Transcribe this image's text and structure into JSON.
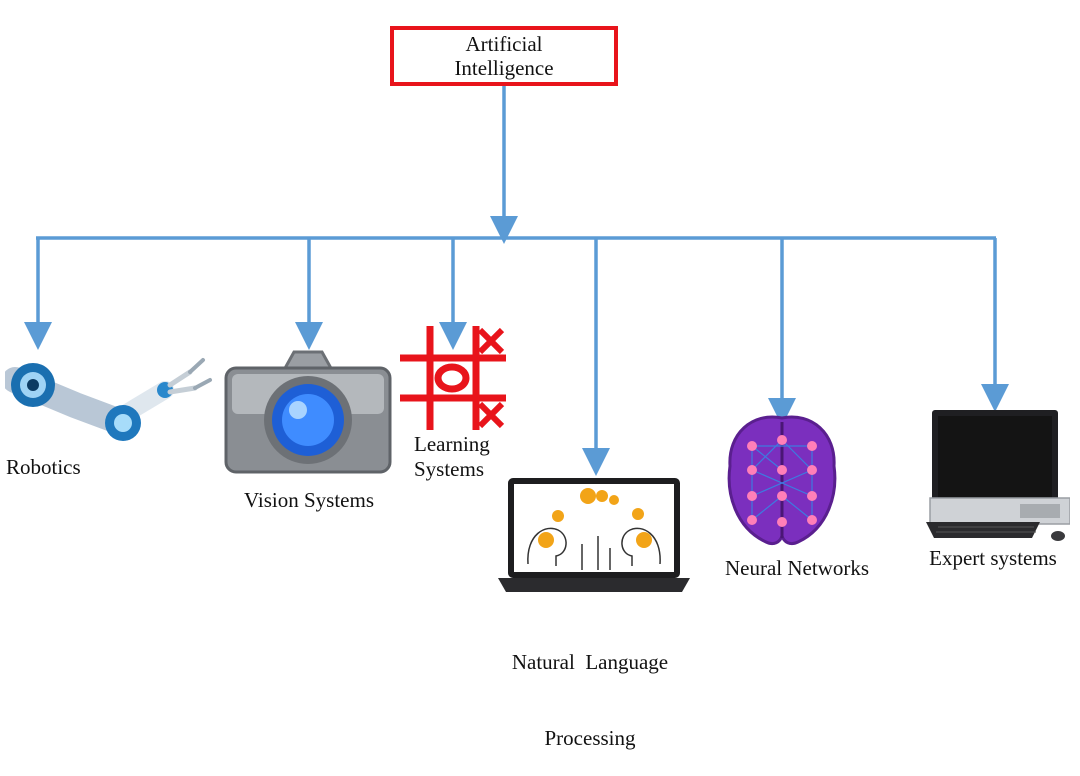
{
  "diagram": {
    "root": {
      "line1": "Artificial",
      "line2": "Intelligence"
    },
    "colors": {
      "root_border": "#e8141b",
      "connector": "#5b9bd5"
    },
    "branches": [
      {
        "id": "robotics",
        "lines": [
          "Robotics"
        ],
        "icon": "robotic-arm-icon"
      },
      {
        "id": "vision",
        "lines": [
          "Vision Systems"
        ],
        "icon": "camera-icon"
      },
      {
        "id": "learning",
        "lines": [
          "Learning",
          "Systems"
        ],
        "icon": "tic-tac-toe-icon"
      },
      {
        "id": "nlp",
        "lines": [
          "Natural  Language",
          "Processing"
        ],
        "icon": "laptop-nlp-icon"
      },
      {
        "id": "neural",
        "lines": [
          "Neural Networks"
        ],
        "icon": "brain-network-icon"
      },
      {
        "id": "expert",
        "lines": [
          "Expert systems"
        ],
        "icon": "desktop-computer-icon"
      }
    ]
  }
}
